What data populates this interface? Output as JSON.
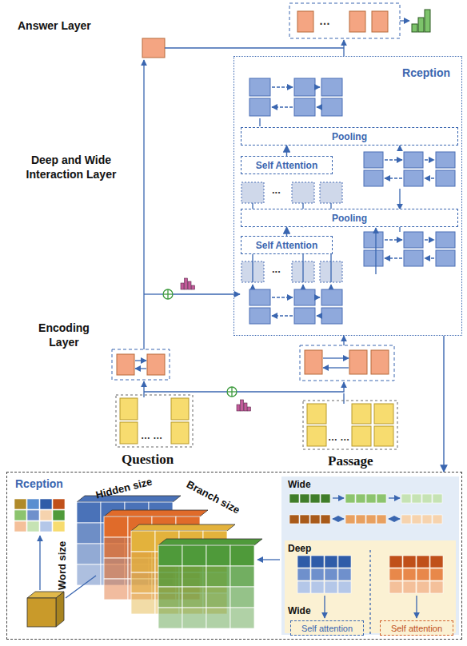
{
  "diagram": {
    "nodes": [
      {
        "text": [
          "Rception"
        ]
      },
      {
        "text": [
          "Pooling"
        ],
        "in": 0
      },
      {
        "text": [
          "Self Attention"
        ],
        "in": 0
      },
      {
        "text": [
          "Pooling"
        ],
        "in": 0
      },
      {
        "text": [
          "Self Attention"
        ],
        "in": 0
      },
      {
        "text": [
          "Rception"
        ]
      },
      {
        "text": [
          "Self attention"
        ],
        "in": 5
      },
      {
        "text": [
          "Self attention"
        ],
        "in": 5
      }
    ],
    "edges": [
      {
        "from": 0,
        "to": 5,
        "arrow": "to"
      },
      {
        "from": 4,
        "to": 3,
        "arrow": "to"
      },
      {
        "from": 2,
        "to": 1,
        "arrow": "to"
      }
    ],
    "labels": [
      "Answer Layer",
      "Deep and Wide Interaction Layer",
      "Encoding Layer",
      "Question",
      "Passage",
      "…",
      "...",
      "...",
      "… …",
      "… …",
      "Hidden size",
      "Branch size",
      "Word size",
      "Wide",
      "Deep",
      "Wide"
    ]
  }
}
